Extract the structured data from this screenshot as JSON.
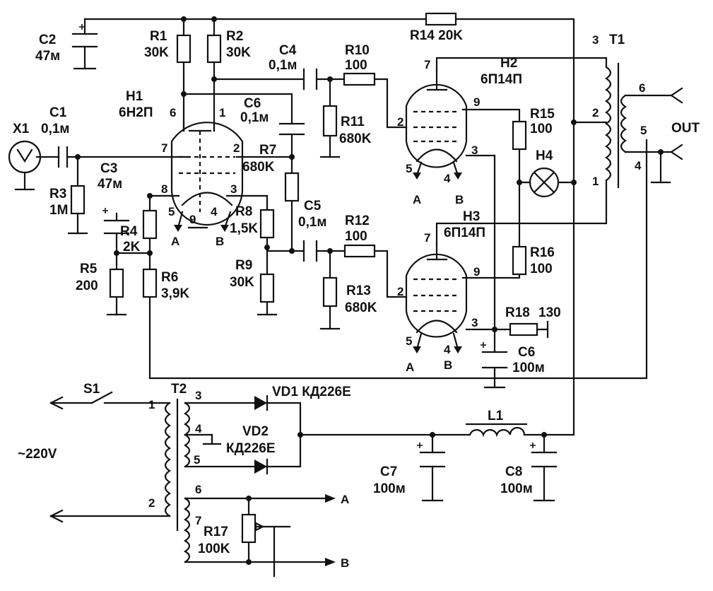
{
  "components": {
    "C2": {
      "ref": "C2",
      "value": "47м"
    },
    "R1": {
      "ref": "R1",
      "value": "30K"
    },
    "R2": {
      "ref": "R2",
      "value": "30K"
    },
    "C4": {
      "ref": "C4",
      "value": "0,1м"
    },
    "R10": {
      "ref": "R10",
      "value": "100"
    },
    "R14": {
      "label": "R14 20K"
    },
    "T1": {
      "ref": "T1"
    },
    "H1": {
      "ref": "H1",
      "type": "6Н2П"
    },
    "C6a": {
      "ref": "C6",
      "value": "0,1м"
    },
    "H2": {
      "ref": "H2",
      "type": "6П14П"
    },
    "R11": {
      "ref": "R11",
      "value": "680K"
    },
    "R15": {
      "ref": "R15",
      "value": "100"
    },
    "X1": {
      "ref": "X1"
    },
    "C1": {
      "ref": "C1",
      "value": "0,1м"
    },
    "R7": {
      "ref": "R7",
      "value": "680K"
    },
    "H4": {
      "ref": "H4"
    },
    "OUT": {
      "label": "OUT"
    },
    "C3": {
      "ref": "C3",
      "value": "47м"
    },
    "R3": {
      "ref": "R3",
      "value": "1М"
    },
    "R8": {
      "ref": "R8",
      "value": "1,5K"
    },
    "C5": {
      "ref": "C5",
      "value": "0,1м"
    },
    "R12": {
      "ref": "R12",
      "value": "100"
    },
    "H3": {
      "ref": "H3",
      "type": "6П14П"
    },
    "R4": {
      "ref": "R4",
      "value": "2K"
    },
    "R5": {
      "ref": "R5",
      "value": "200"
    },
    "R6": {
      "ref": "R6",
      "value": "3,9K"
    },
    "R9": {
      "ref": "R9",
      "value": "30K"
    },
    "R13": {
      "ref": "R13",
      "value": "680K"
    },
    "R16": {
      "ref": "R16",
      "value": "100"
    },
    "R18": {
      "ref": "R18",
      "value": "130"
    },
    "C6b": {
      "ref": "C6",
      "value": "100м"
    },
    "S1": {
      "ref": "S1"
    },
    "T2": {
      "ref": "T2"
    },
    "VD1": {
      "label": "VD1 КД226Е"
    },
    "VD2": {
      "ref": "VD2",
      "type": "КД226Е"
    },
    "L1": {
      "ref": "L1"
    },
    "C7": {
      "ref": "C7",
      "value": "100м"
    },
    "C8": {
      "ref": "C8",
      "value": "100м"
    },
    "R17": {
      "ref": "R17",
      "value": "100K"
    },
    "mains": {
      "label": "~220V"
    }
  },
  "pins": {
    "H1": {
      "p6": "6",
      "p1": "1",
      "p7": "7",
      "p2": "2",
      "p8": "8",
      "p3": "3",
      "p5": "5",
      "p9": "9",
      "p4": "4",
      "A": "A",
      "B": "B"
    },
    "H2": {
      "p7": "7",
      "p9": "9",
      "p2": "2",
      "p3": "3",
      "p5": "5",
      "p4": "4",
      "A": "A",
      "B": "B"
    },
    "H3": {
      "p7": "7",
      "p9": "9",
      "p2": "2",
      "p3": "3",
      "p5": "5",
      "p4": "4",
      "A": "A",
      "B": "B"
    },
    "T1": {
      "p3": "3",
      "p2": "2",
      "p1": "1",
      "p6": "6",
      "p5": "5",
      "p4": "4"
    },
    "T2": {
      "p1": "1",
      "p2": "2",
      "p3": "3",
      "p4": "4",
      "p5": "5",
      "p6": "6",
      "p7": "7"
    },
    "rail": {
      "A": "A",
      "B": "B"
    }
  }
}
